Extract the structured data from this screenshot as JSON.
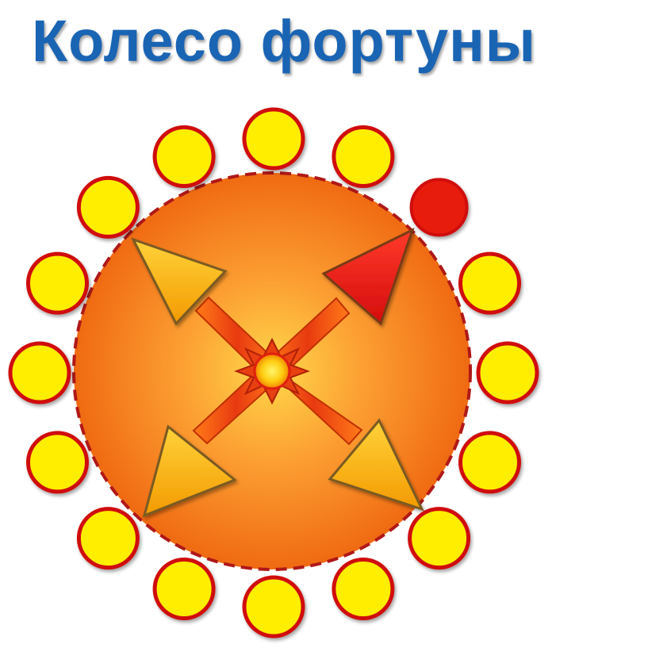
{
  "title": "Колесо фортуны",
  "wheel": {
    "sector_count": 16,
    "active_sector_index": 2,
    "colors": {
      "sector_default_fill": "#ffee00",
      "sector_default_ring": "#d01010",
      "sector_active_fill": "#e81c10",
      "wheel_center": "#ffd030",
      "wheel_edge": "#f07010",
      "dashed_border": "#b01818",
      "arrow_active": "#e81414",
      "arrow_default": "#f4b400"
    }
  }
}
